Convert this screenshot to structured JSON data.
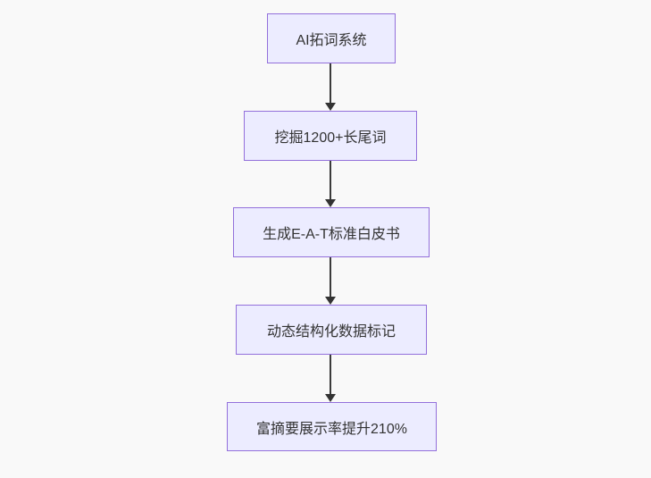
{
  "diagram": {
    "type": "flowchart",
    "direction": "top-down",
    "nodes": [
      {
        "id": "A",
        "label": "AI拓词系统"
      },
      {
        "id": "B",
        "label": "挖掘1200+长尾词"
      },
      {
        "id": "C",
        "label": "生成E-A-T标准白皮书"
      },
      {
        "id": "D",
        "label": "动态结构化数据标记"
      },
      {
        "id": "E",
        "label": "富摘要展示率提升210%"
      }
    ],
    "edges": [
      {
        "from": "A",
        "to": "B"
      },
      {
        "from": "B",
        "to": "C"
      },
      {
        "from": "C",
        "to": "D"
      },
      {
        "from": "D",
        "to": "E"
      }
    ],
    "colors": {
      "node_fill": "#ececff",
      "node_border": "#9370db",
      "node_text": "#333333",
      "arrow": "#333333",
      "background": "#f9f9f9"
    }
  }
}
